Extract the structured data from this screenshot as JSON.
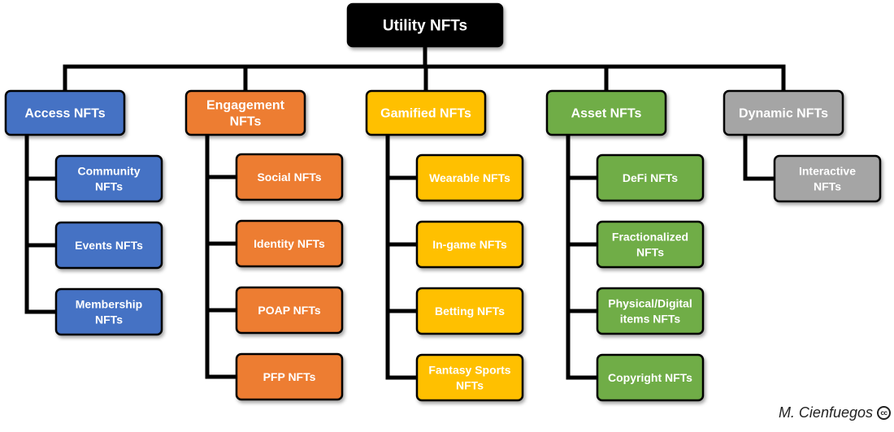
{
  "diagram": {
    "root": {
      "label": "Utility NFTs"
    },
    "categories": [
      {
        "label": [
          "Access NFTs"
        ],
        "color": "#4472C4",
        "children": [
          [
            "Community",
            "NFTs"
          ],
          [
            "Events NFTs"
          ],
          [
            "Membership",
            "NFTs"
          ]
        ]
      },
      {
        "label": [
          "Engagement",
          "NFTs"
        ],
        "color": "#ED7D31",
        "children": [
          [
            "Social NFTs"
          ],
          [
            "Identity NFTs"
          ],
          [
            "POAP NFTs"
          ],
          [
            "PFP NFTs"
          ]
        ]
      },
      {
        "label": [
          "Gamified NFTs"
        ],
        "color": "#FFC000",
        "children": [
          [
            "Wearable NFTs"
          ],
          [
            "In-game NFTs"
          ],
          [
            "Betting NFTs"
          ],
          [
            "Fantasy Sports",
            "NFTs"
          ]
        ]
      },
      {
        "label": [
          "Asset NFTs"
        ],
        "color": "#70AD47",
        "children": [
          [
            "DeFi NFTs"
          ],
          [
            "Fractionalized",
            "NFTs"
          ],
          [
            "Physical/Digital",
            "items NFTs"
          ],
          [
            "Copyright NFTs"
          ]
        ]
      },
      {
        "label": [
          "Dynamic NFTs"
        ],
        "color": "#A5A5A5",
        "children": [
          [
            "Interactive",
            "NFTs"
          ]
        ]
      }
    ]
  },
  "credit": {
    "author": "M. Cienfuegos",
    "license_icon": "creative-commons-icon",
    "license_glyph": "cc"
  }
}
